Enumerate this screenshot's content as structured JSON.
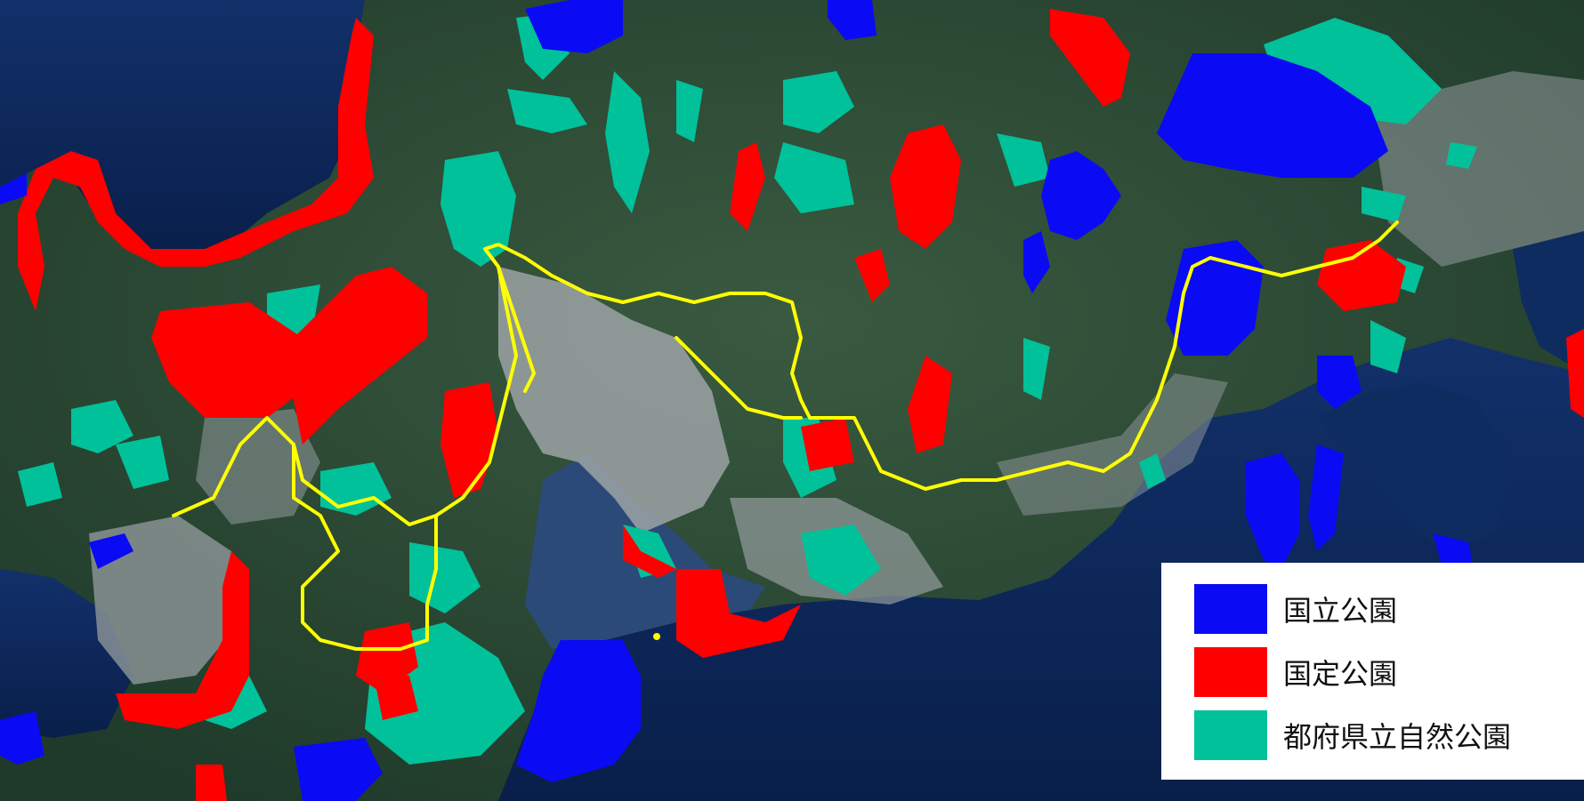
{
  "map": {
    "colors": {
      "national_park": "#0a0af5",
      "quasi_national_park": "#fe0000",
      "prefectural_natural_park": "#00c19a",
      "trail_route": "#ffff00",
      "sea": "#0d2a5a",
      "land": "#2b4a33",
      "urban": "#9ca3a6"
    }
  },
  "legend": {
    "items": [
      {
        "label": "国立公園",
        "color": "#0a0af5"
      },
      {
        "label": "国定公園",
        "color": "#fe0000"
      },
      {
        "label": "都府県立自然公園",
        "color": "#00c19a"
      }
    ]
  }
}
